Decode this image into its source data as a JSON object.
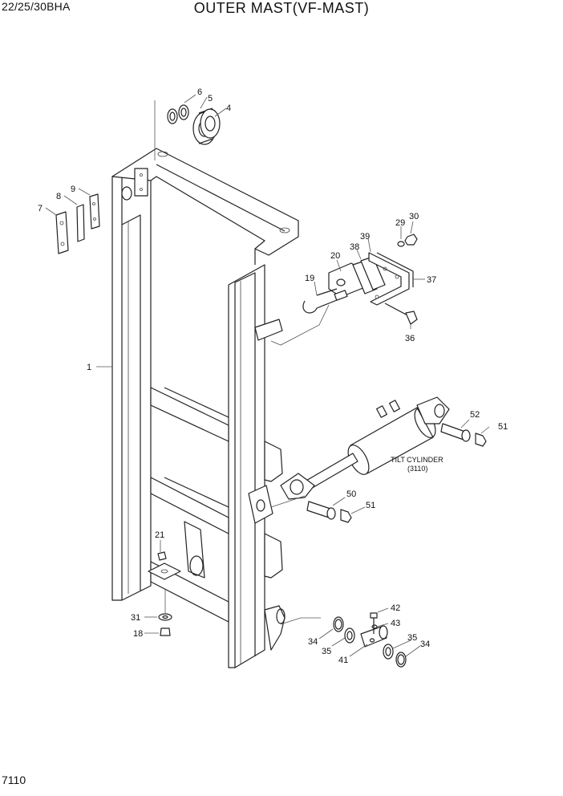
{
  "header": {
    "model": "22/25/30BHA",
    "title": "OUTER MAST(VF-MAST)"
  },
  "footer": {
    "page_number": "7110"
  },
  "parts": {
    "p1": "1",
    "p4": "4",
    "p5": "5",
    "p6": "6",
    "p7": "7",
    "p8": "8",
    "p9": "9",
    "p18": "18",
    "p19": "19",
    "p20": "20",
    "p21": "21",
    "p29": "29",
    "p30": "30",
    "p31": "31",
    "p34a": "34",
    "p34b": "34",
    "p35a": "35",
    "p35b": "35",
    "p36": "36",
    "p37": "37",
    "p38": "38",
    "p39": "39",
    "p41": "41",
    "p42": "42",
    "p43": "43",
    "p50": "50",
    "p51a": "51",
    "p51b": "51",
    "p52": "52"
  },
  "notes": {
    "tilt_cylinder": "TILT CYLINDER",
    "tilt_cylinder_ref": "(3110)"
  }
}
